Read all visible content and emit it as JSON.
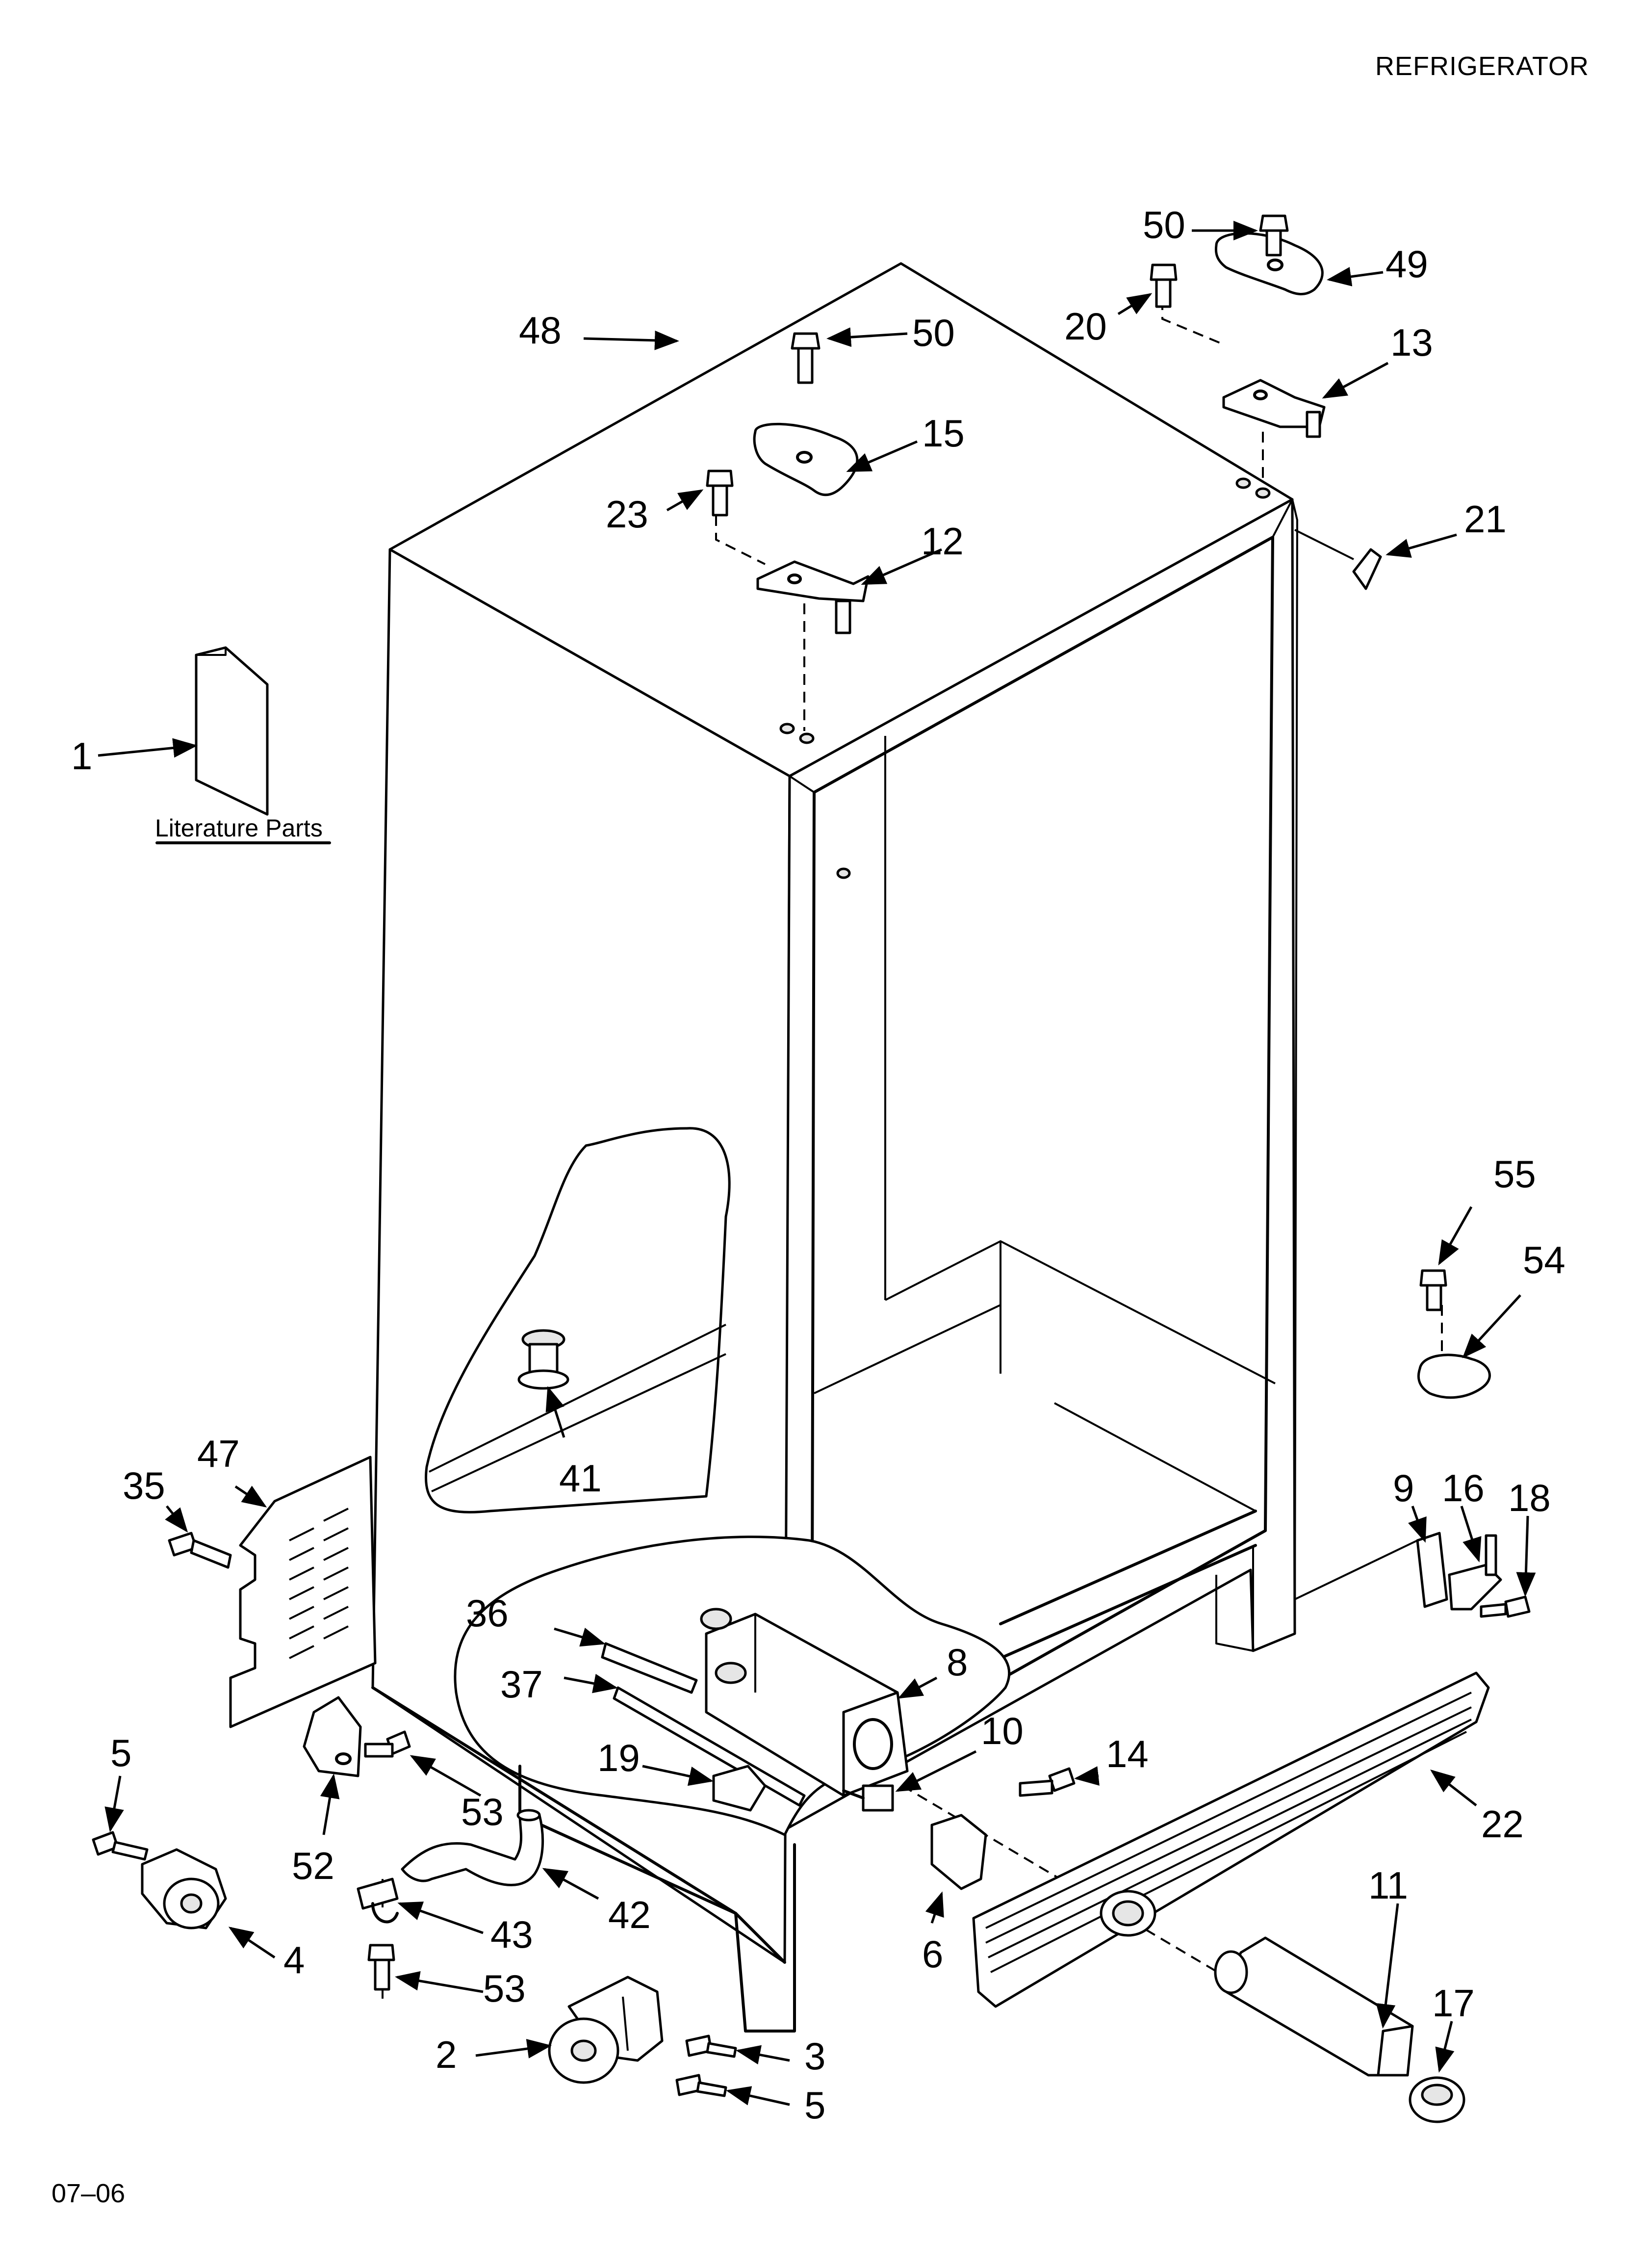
{
  "header": {
    "title": "REFRIGERATOR"
  },
  "footer": {
    "date": "07–06"
  },
  "literature_label": "Literature Parts",
  "callouts": [
    {
      "id": "c1",
      "text": "1"
    },
    {
      "id": "c2",
      "text": "2"
    },
    {
      "id": "c3",
      "text": "3"
    },
    {
      "id": "c4",
      "text": "4"
    },
    {
      "id": "c5a",
      "text": "5"
    },
    {
      "id": "c5b",
      "text": "5"
    },
    {
      "id": "c6",
      "text": "6"
    },
    {
      "id": "c8",
      "text": "8"
    },
    {
      "id": "c9",
      "text": "9"
    },
    {
      "id": "c10",
      "text": "10"
    },
    {
      "id": "c11",
      "text": "11"
    },
    {
      "id": "c12",
      "text": "12"
    },
    {
      "id": "c13",
      "text": "13"
    },
    {
      "id": "c14",
      "text": "14"
    },
    {
      "id": "c15",
      "text": "15"
    },
    {
      "id": "c16",
      "text": "16"
    },
    {
      "id": "c17",
      "text": "17"
    },
    {
      "id": "c18",
      "text": "18"
    },
    {
      "id": "c19",
      "text": "19"
    },
    {
      "id": "c20",
      "text": "20"
    },
    {
      "id": "c21",
      "text": "21"
    },
    {
      "id": "c22",
      "text": "22"
    },
    {
      "id": "c23",
      "text": "23"
    },
    {
      "id": "c35",
      "text": "35"
    },
    {
      "id": "c36",
      "text": "36"
    },
    {
      "id": "c37",
      "text": "37"
    },
    {
      "id": "c41",
      "text": "41"
    },
    {
      "id": "c42",
      "text": "42"
    },
    {
      "id": "c43",
      "text": "43"
    },
    {
      "id": "c47",
      "text": "47"
    },
    {
      "id": "c48",
      "text": "48"
    },
    {
      "id": "c49",
      "text": "49"
    },
    {
      "id": "c50a",
      "text": "50"
    },
    {
      "id": "c50b",
      "text": "50"
    },
    {
      "id": "c52",
      "text": "52"
    },
    {
      "id": "c53a",
      "text": "53"
    },
    {
      "id": "c53b",
      "text": "53"
    },
    {
      "id": "c54",
      "text": "54"
    },
    {
      "id": "c55",
      "text": "55"
    }
  ]
}
